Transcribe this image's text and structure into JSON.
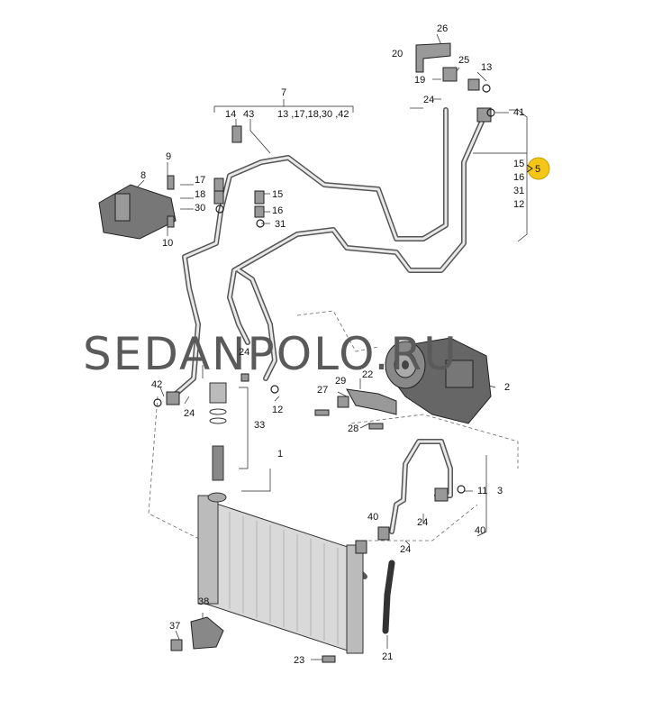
{
  "watermark": "SEDANPOLO.RU",
  "highlight_color": "#f5c518",
  "labels": {
    "l1": "1",
    "l2": "2",
    "l3": "3",
    "l5": "5",
    "l7": "7",
    "l8": "8",
    "l9": "9",
    "l10": "10",
    "l11": "11",
    "l12a": "12",
    "l12b": "12",
    "l13": "13",
    "l14": "14",
    "l15a": "15",
    "l15b": "15",
    "l16a": "16",
    "l16b": "16",
    "l17": "17",
    "l18": "18",
    "l20": "20",
    "l19": "19",
    "l21": "21",
    "l22": "22",
    "l23": "23",
    "l24a": "24",
    "l24b": "24",
    "l24c": "24",
    "l24d": "24",
    "l24e": "24",
    "l25": "25",
    "l26": "26",
    "l27": "27",
    "l28": "28",
    "l29": "29",
    "l30a": "30",
    "l31a": "31",
    "l31b": "31",
    "l33": "33",
    "l37": "37",
    "l38": "38",
    "l40a": "40",
    "l40b": "40",
    "l41": "41",
    "l42": "42",
    "l43": "43",
    "l7list": "13 ,17,18,30 ,42"
  }
}
